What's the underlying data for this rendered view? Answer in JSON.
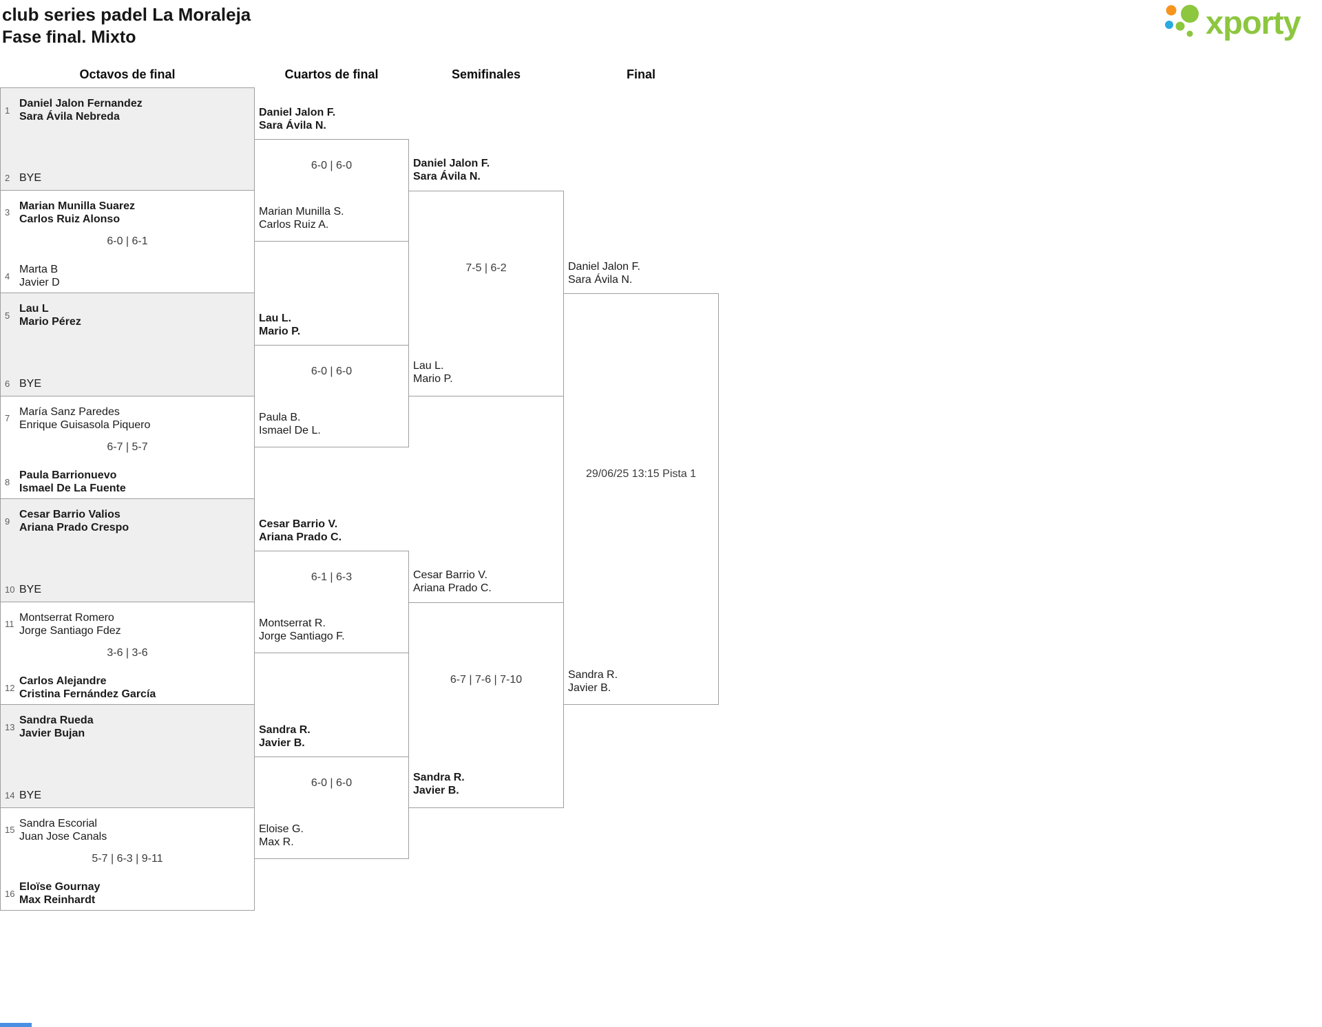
{
  "header": {
    "title": "club series padel La Moraleja",
    "subtitle": "Fase final. Mixto",
    "logo_text": "xporty"
  },
  "round_headers": [
    "Octavos de final",
    "Cuartos de final",
    "Semifinales",
    "Final"
  ],
  "octavos": [
    {
      "seed_top": "1",
      "seed_bottom": "2",
      "top": [
        "Daniel Jalon Fernandez",
        "Sara Ávila Nebreda"
      ],
      "bottom": [
        "BYE"
      ],
      "score": ""
    },
    {
      "seed_top": "3",
      "seed_bottom": "4",
      "top": [
        "Marian Munilla Suarez",
        "Carlos Ruiz Alonso"
      ],
      "bottom": [
        "Marta B",
        "Javier D"
      ],
      "score": "6-0 | 6-1"
    },
    {
      "seed_top": "5",
      "seed_bottom": "6",
      "top": [
        "Lau L",
        "Mario Pérez"
      ],
      "bottom": [
        "BYE"
      ],
      "score": ""
    },
    {
      "seed_top": "7",
      "seed_bottom": "8",
      "top": [
        "María Sanz Paredes",
        "Enrique Guisasola Piquero"
      ],
      "bottom": [
        "Paula Barrionuevo",
        "Ismael De La Fuente"
      ],
      "score": "6-7 | 5-7"
    },
    {
      "seed_top": "9",
      "seed_bottom": "10",
      "top": [
        "Cesar Barrio Valios",
        "Ariana Prado Crespo"
      ],
      "bottom": [
        "BYE"
      ],
      "score": ""
    },
    {
      "seed_top": "11",
      "seed_bottom": "12",
      "top": [
        "Montserrat Romero",
        "Jorge Santiago Fdez"
      ],
      "bottom": [
        "Carlos Alejandre",
        "Cristina Fernández García"
      ],
      "score": "3-6 | 3-6"
    },
    {
      "seed_top": "13",
      "seed_bottom": "14",
      "top": [
        "Sandra Rueda",
        "Javier Bujan"
      ],
      "bottom": [
        "BYE"
      ],
      "score": ""
    },
    {
      "seed_top": "15",
      "seed_bottom": "16",
      "top": [
        "Sandra Escorial",
        "Juan Jose Canals"
      ],
      "bottom": [
        "Eloïse Gournay",
        "Max Reinhardt"
      ],
      "score": "5-7 | 6-3 | 9-11"
    }
  ],
  "cuartos": [
    {
      "top": [
        "Daniel Jalon F.",
        "Sara Ávila N."
      ],
      "bottom": [
        "Marian Munilla S.",
        "Carlos Ruiz A."
      ],
      "score": "6-0 | 6-0"
    },
    {
      "top": [
        "Lau L.",
        "Mario P."
      ],
      "bottom": [
        "Paula B.",
        "Ismael De L."
      ],
      "score": "6-0 | 6-0"
    },
    {
      "top": [
        "Cesar Barrio V.",
        "Ariana Prado C."
      ],
      "bottom": [
        "Montserrat R.",
        "Jorge Santiago F."
      ],
      "score": "6-1 | 6-3"
    },
    {
      "top": [
        "Sandra R.",
        "Javier B."
      ],
      "bottom": [
        "Eloise G.",
        "Max R."
      ],
      "score": "6-0 | 6-0"
    }
  ],
  "semifinales": [
    {
      "top": [
        "Daniel Jalon F.",
        "Sara Ávila N."
      ],
      "bottom": [
        "Lau L.",
        "Mario P."
      ],
      "score": "7-5 | 6-2"
    },
    {
      "top": [
        "Cesar Barrio V.",
        "Ariana Prado C."
      ],
      "bottom": [
        "Sandra R.",
        "Javier B."
      ],
      "score": "6-7 | 7-6 | 7-10"
    }
  ],
  "final": {
    "top": [
      "Daniel Jalon F.",
      "Sara Ávila N."
    ],
    "bottom": [
      "Sandra R.",
      "Javier B."
    ],
    "schedule": "29/06/25 13:15 Pista 1"
  },
  "colors": {
    "green": "#8dc63f",
    "orange": "#f7941e",
    "blue": "#29abe2"
  }
}
